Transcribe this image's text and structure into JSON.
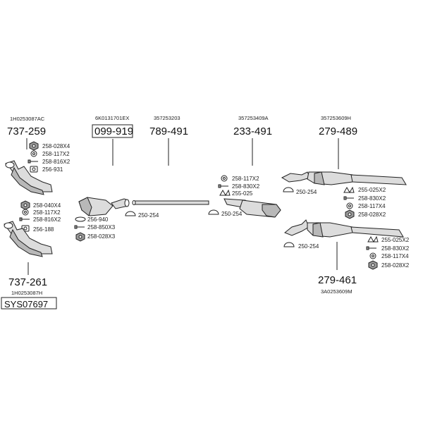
{
  "groups": [
    {
      "id": "g1",
      "oem": "1H0253087AC",
      "part": "737-259",
      "boxed": false
    },
    {
      "id": "g2",
      "oem": "6K0131701EX",
      "part": "099-919",
      "boxed": true
    },
    {
      "id": "g3",
      "oem": "357253203",
      "part": "789-491",
      "boxed": false
    },
    {
      "id": "g4",
      "oem": "357253409A",
      "part": "233-491",
      "boxed": false
    },
    {
      "id": "g5",
      "oem": "357253609H",
      "part": "279-489",
      "boxed": false
    },
    {
      "id": "g6",
      "oem": "1H0253087H",
      "part": "737-261",
      "boxed": false
    },
    {
      "id": "g7",
      "oem": "3A0253609M",
      "part": "279-461",
      "boxed": false
    }
  ],
  "accessories": {
    "a1": "258-028X4",
    "a2": "258-117X2",
    "a3": "258-816X2",
    "a4": "256-931",
    "a5": "258-040X4",
    "a6": "258-117X2",
    "a7": "258-816X2",
    "a8": "256-188",
    "a9": "256-940",
    "a10": "258-850X3",
    "a11": "258-028X3",
    "a12": "250-254",
    "a13": "250-254",
    "a14": "258-117X2",
    "a15": "258-830X2",
    "a16": "255-025",
    "a17": "250-254",
    "a18": "255-025X2",
    "a19": "258-830X2",
    "a20": "258-117X4",
    "a21": "258-028X2",
    "a22": "250-254",
    "a23": "255-025X2",
    "a24": "258-830X2",
    "a25": "258-117X4",
    "a26": "258-028X2"
  },
  "system_code": "SYS07697"
}
